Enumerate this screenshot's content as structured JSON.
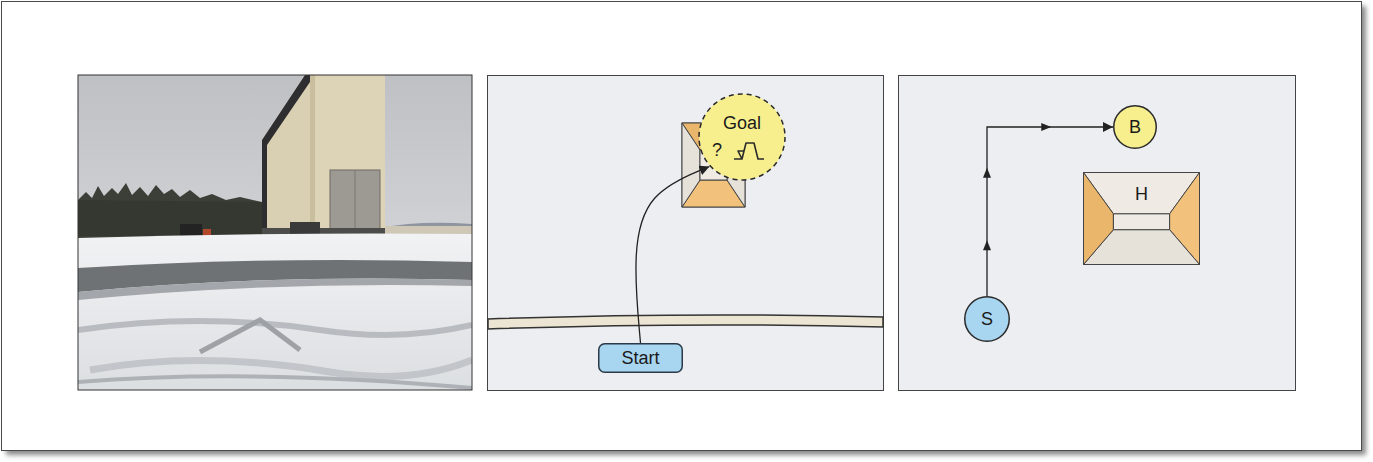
{
  "diagram": {
    "nodes": [
      {
        "text": [
          "Goal",
          "?"
        ]
      },
      {
        "text": [
          "Start"
        ]
      },
      {
        "text": [
          "B"
        ]
      },
      {
        "text": [
          "H"
        ]
      },
      {
        "text": [
          "S"
        ]
      }
    ],
    "edges": [
      {
        "from": 1,
        "to": 0,
        "arrow": "to"
      },
      {
        "from": 4,
        "to": 2,
        "arrow": "to"
      }
    ]
  }
}
